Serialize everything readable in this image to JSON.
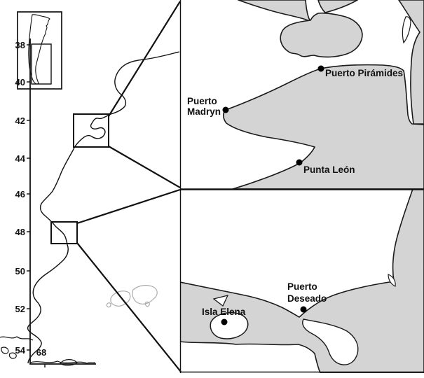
{
  "colors": {
    "water_gray": "#d4d4d4",
    "coast_outline": "#1a1a1a",
    "falklands_outline": "#ababab",
    "marker_black": "#000000"
  },
  "left_map": {
    "lat_labels": [
      "38",
      "40",
      "42",
      "44",
      "46",
      "48",
      "50",
      "52",
      "54"
    ],
    "lon_label": "68"
  },
  "valdes_panel": {
    "puerto_piramides": "Puerto Pirámides",
    "puerto_madryn_line1": "Puerto",
    "puerto_madryn_line2": "Madryn",
    "punta_leon": "Punta León"
  },
  "deseado_panel": {
    "puerto_deseado_line1": "Puerto",
    "puerto_deseado_line2": "Deseado",
    "isla_elena": "Isla Elena"
  }
}
